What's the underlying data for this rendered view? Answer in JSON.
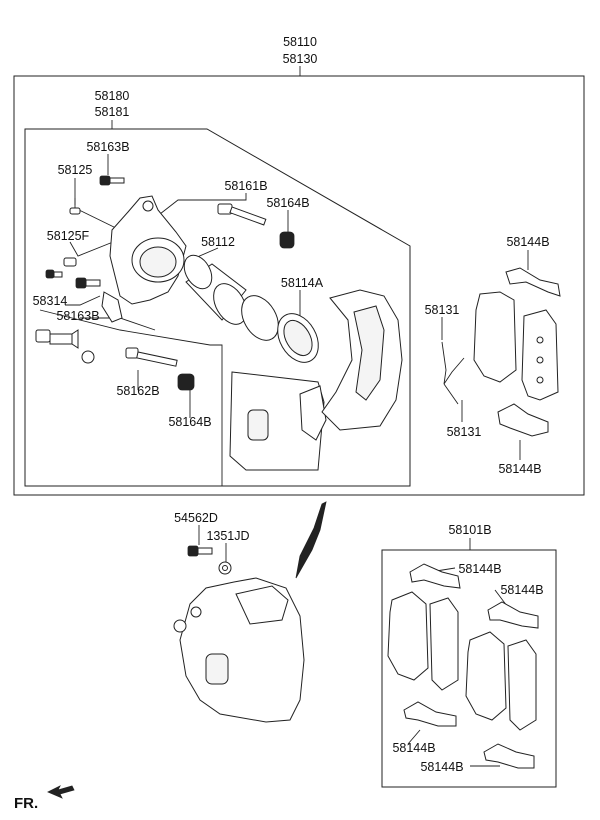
{
  "labels": {
    "assembly_1": "58110",
    "assembly_2": "58130",
    "carrier_1": "58180",
    "carrier_2": "58181",
    "bolt_58163B_top": "58163B",
    "bleeder_58125": "58125",
    "guide_pin_58161B": "58161B",
    "boot_58164B_top": "58164B",
    "cap_58125F": "58125F",
    "piston_58112": "58112",
    "seal_58114A": "58114A",
    "pad_clip_58144B_top": "58144B",
    "part_58314": "58314",
    "bolt_58163B_mid": "58163B",
    "sensor_58131_top": "58131",
    "guide_pin_58162B": "58162B",
    "boot_58164B_bottom": "58164B",
    "sensor_58131_bottom": "58131",
    "pad_clip_58144B_right": "58144B",
    "bolt_54562D": "54562D",
    "washer_1351JD": "1351JD",
    "pad_kit_58101B": "58101B",
    "kit_clip_58144B_1": "58144B",
    "kit_clip_58144B_2": "58144B",
    "kit_clip_58144B_3": "58144B",
    "kit_clip_58144B_4": "58144B",
    "front_indicator": "FR."
  },
  "icons": {
    "front_arrow": "front-arrow-icon",
    "direction_sweep": "sweep-arrow-icon"
  },
  "colors": {
    "line": "#222222",
    "background": "#ffffff"
  }
}
